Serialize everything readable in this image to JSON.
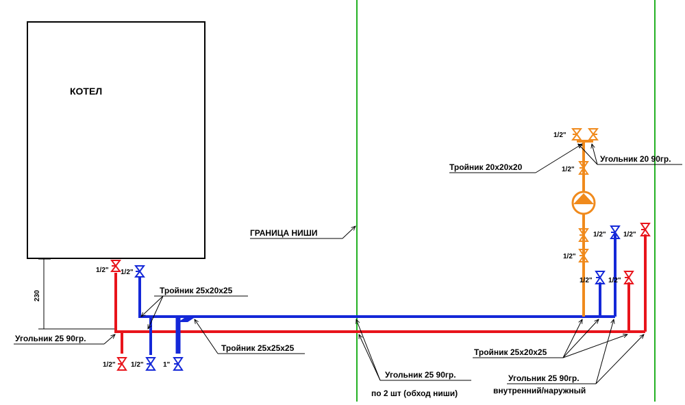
{
  "colors": {
    "hot": "#e8141b",
    "cold": "#1428d8",
    "pump_line": "#f08a1c",
    "niche": "#22b022",
    "ink": "#000000"
  },
  "boiler": {
    "label": "КОТЕЛ",
    "height_dim": "230"
  },
  "niche_label": "ГРАНИЦА НИШИ",
  "fitting_labels": {
    "tee_25_20_25_top": "Тройник 25х20х25",
    "tee_25_25_25": "Тройник 25х25х25",
    "elbow_25_left": "Угольник 25 90гр.",
    "elbow_25_mid_1": "Угольник 25 90гр.",
    "elbow_25_mid_2": "по 2 шт (обход ниши)",
    "tee_25_20_25_right": "Тройник 25х20х25",
    "elbow_25_right_1": "Угольник 25 90гр.",
    "elbow_25_right_2": "внутренний/наружный",
    "tee_20_20_20": "Тройник 20х20х20",
    "elbow_20": "Угольник 20 90гр."
  },
  "valve_sizes": {
    "boiler_hot": "1/2\"",
    "boiler_cold": "1/2\"",
    "bottom_hot": "1/2\"",
    "bottom_cold": "1/2\"",
    "bottom_main": "1\"",
    "pump_top": "1/2\"",
    "pump_mid": "1/2\"",
    "pump_lower": "1/2\"",
    "right_cold_1": "1/2\"",
    "right_hot_1": "1/2\"",
    "right_cold_2": "1/2\"",
    "right_hot_2": "1/2\""
  },
  "icons": {
    "valve": "ball-valve-icon",
    "pump": "circulation-pump-icon"
  }
}
